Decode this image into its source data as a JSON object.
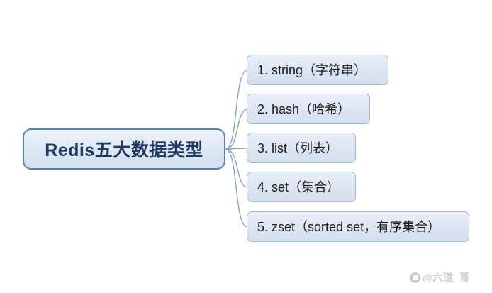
{
  "diagram": {
    "type": "mindmap",
    "root": {
      "label": "Redis五大数据类型"
    },
    "branches": [
      {
        "label": "1. string（字符串）"
      },
      {
        "label": "2. hash（哈希）"
      },
      {
        "label": "3. list（列表）"
      },
      {
        "label": "4. set（集合）"
      },
      {
        "label": "5. zset（sorted set，有序集合）"
      }
    ],
    "colors": {
      "root_border": "#4f81bd",
      "root_text": "#1f3864",
      "node_border": "#9fb8d4",
      "node_fill": "#dde6f2",
      "connector": "#7f9fc4",
      "background": "#ffffff"
    }
  },
  "watermark": {
    "icon": "paw-icon",
    "handle": "@六道",
    "suffix": "哥"
  }
}
